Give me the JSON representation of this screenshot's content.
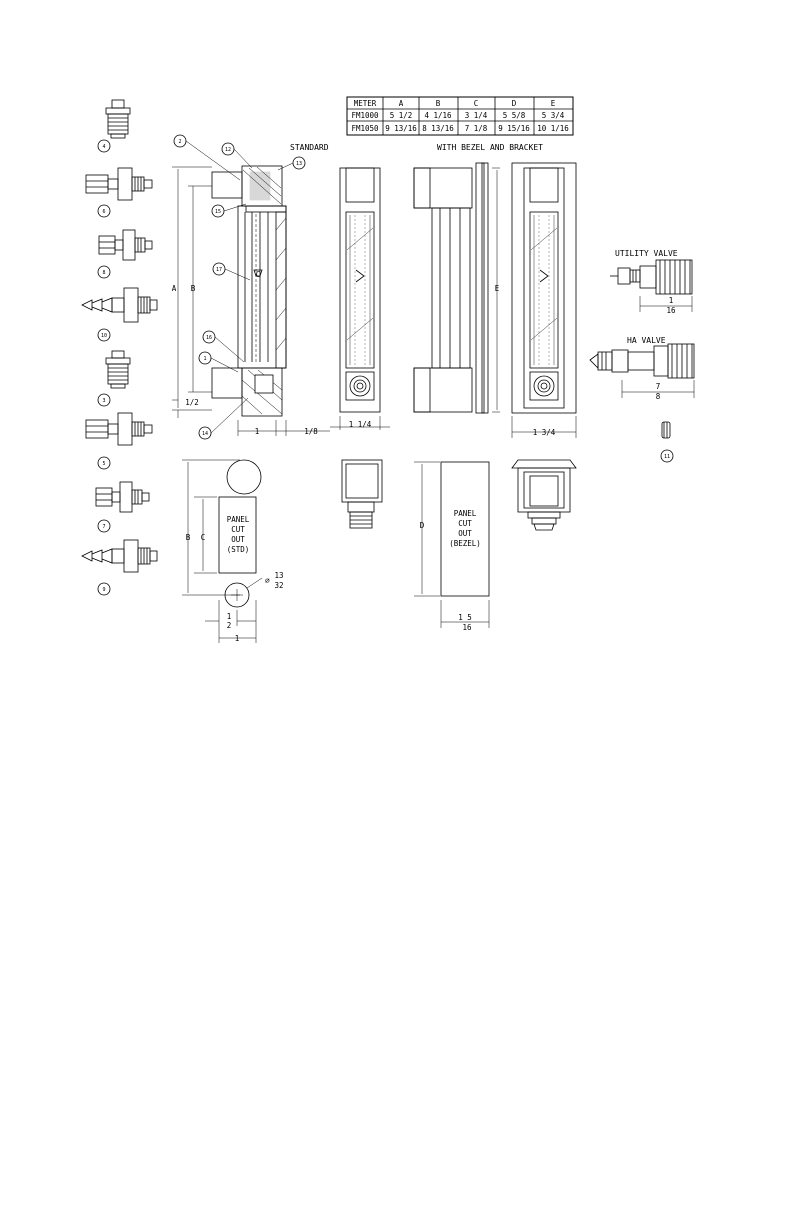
{
  "table": {
    "headers": [
      "METER",
      "A",
      "B",
      "C",
      "D",
      "E"
    ],
    "rows": [
      [
        "FM1000",
        "5 1/2",
        "4 1/16",
        "3 1/4",
        "5 5/8",
        "5 3/4"
      ],
      [
        "FM1050",
        "9 13/16",
        "8 13/16",
        "7 1/8",
        "9 15/16",
        "10 1/16"
      ]
    ]
  },
  "titles": {
    "standard": "STANDARD",
    "bezel": "WITH BEZEL AND BRACKET",
    "utility_valve": "UTILITY VALVE",
    "ha_valve": "HA VALVE"
  },
  "dims": {
    "a": "A",
    "b": "B",
    "c": "C",
    "d": "D",
    "e": "E",
    "half": "1/2",
    "one": "1",
    "one_eighth": "1/8",
    "one_quarter_a": "1 1/4",
    "one_three_quarter": "1 3/4",
    "one_b": "1",
    "utility_num": "1",
    "utility_den": "16",
    "ha_num": "7",
    "ha_den": "8",
    "hole_prefix": "⌀",
    "hole_num": "13",
    "hole_den": "32",
    "half_num": "1",
    "half_den": "2",
    "bezel_w_num": "1 5",
    "bezel_w_den": "16"
  },
  "cutout_std": [
    "PANEL",
    "CUT",
    "OUT",
    "(STD)"
  ],
  "cutout_bezel": [
    "PANEL",
    "CUT",
    "OUT",
    "(BEZEL)"
  ],
  "callouts": {
    "fittings": [
      "4",
      "6",
      "8",
      "10",
      "3",
      "5",
      "7",
      "9"
    ],
    "parts": [
      "2",
      "12",
      "13",
      "15",
      "17",
      "16",
      "1",
      "14"
    ],
    "knob": "11"
  },
  "colors": {
    "ink": "#000000",
    "paper": "#ffffff"
  }
}
